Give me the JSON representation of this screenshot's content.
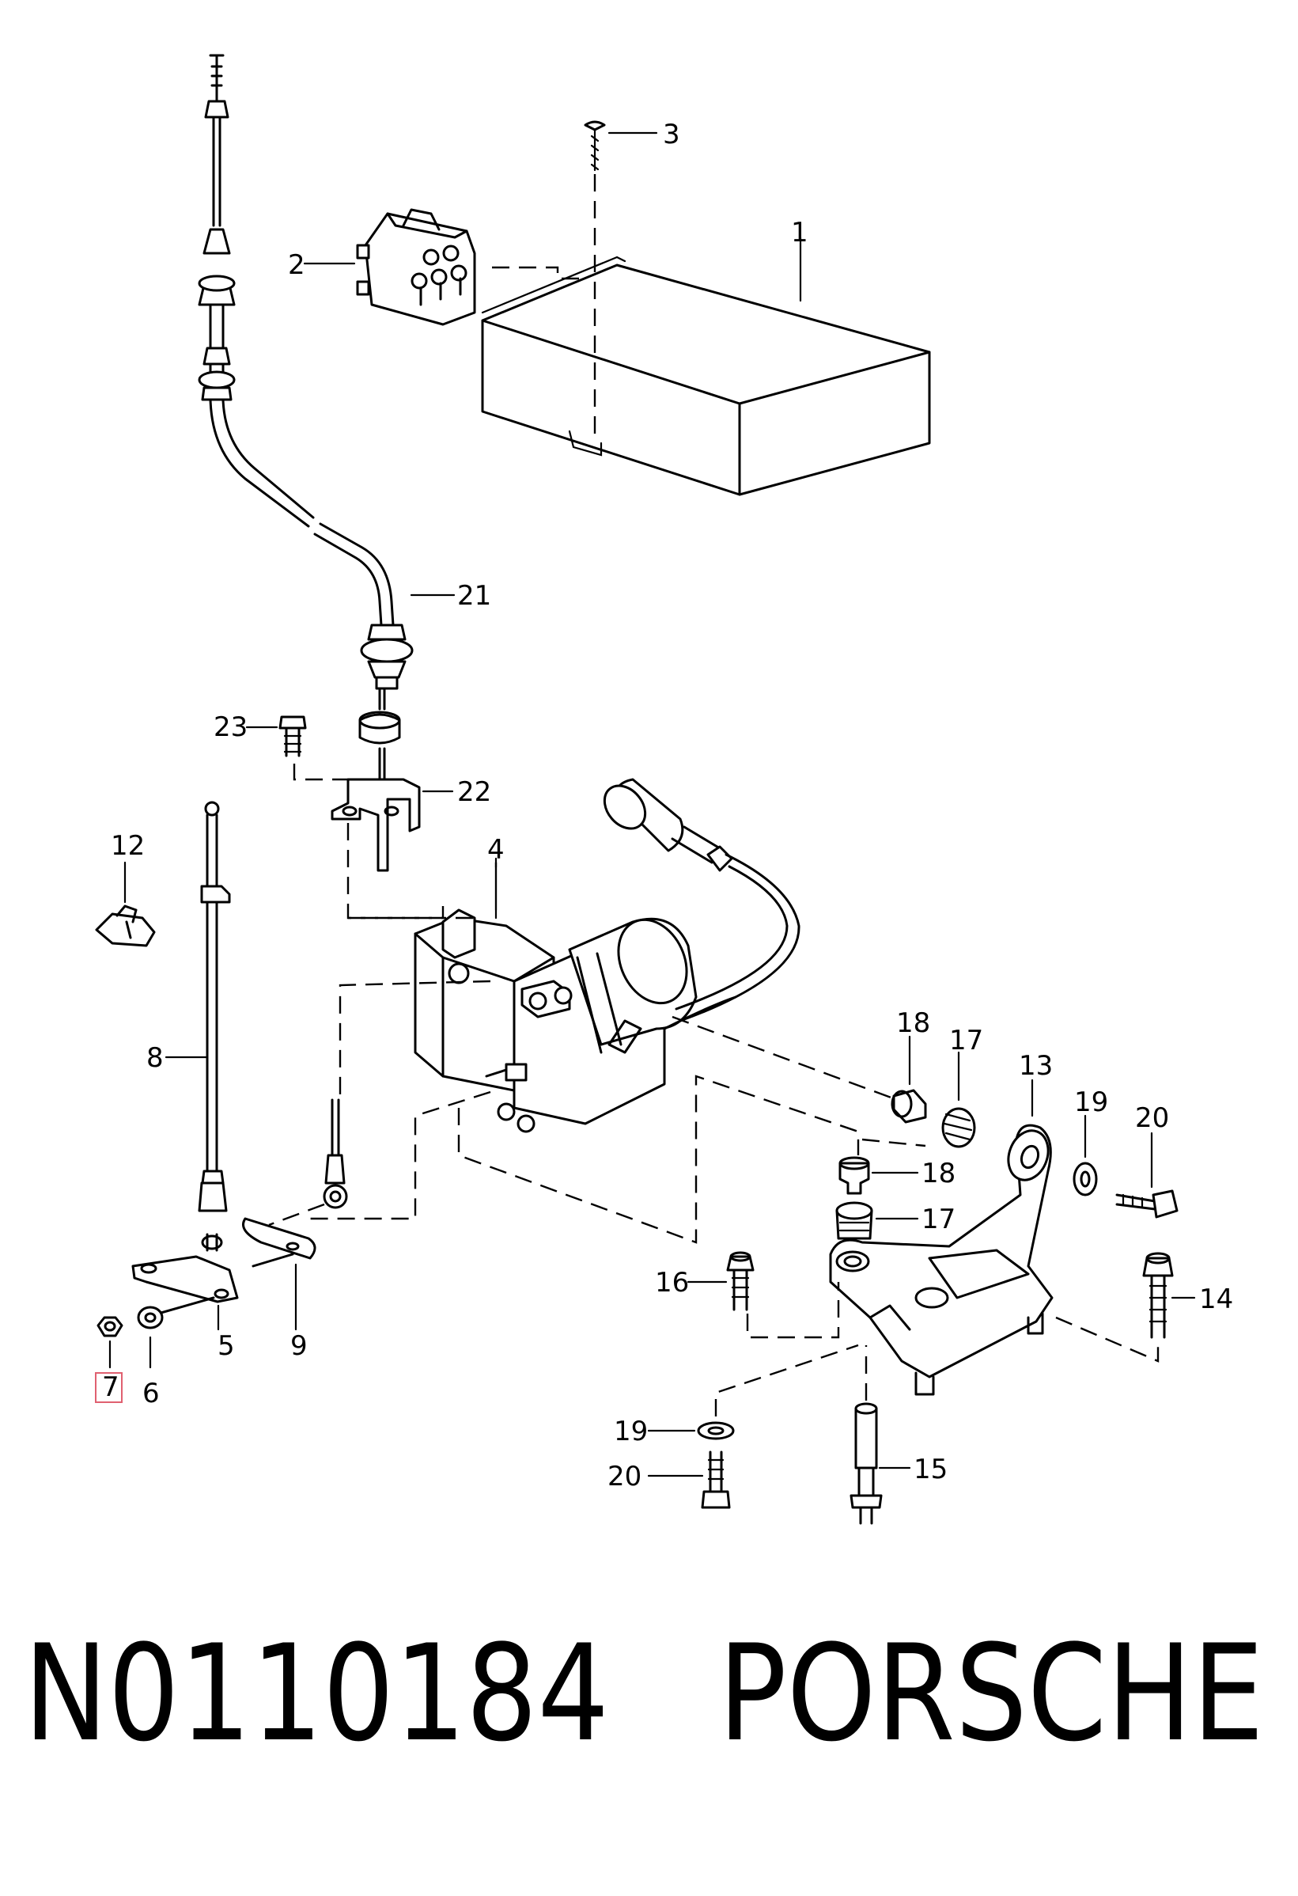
{
  "callouts": {
    "c1": "1",
    "c2": "2",
    "c3": "3",
    "c4": "4",
    "c5": "5",
    "c6": "6",
    "c7": "7",
    "c8": "8",
    "c9": "9",
    "c12": "12",
    "c13": "13",
    "c14": "14",
    "c15": "15",
    "c16": "16",
    "c17a": "17",
    "c17b": "17",
    "c18a": "18",
    "c18b": "18",
    "c19a": "19",
    "c19b": "19",
    "c20a": "20",
    "c20b": "20",
    "c21": "21",
    "c22": "22",
    "c23": "23"
  },
  "highlighted_callout": "7",
  "footer": {
    "part_number": "N0110184",
    "brand": "PORSCHE"
  }
}
